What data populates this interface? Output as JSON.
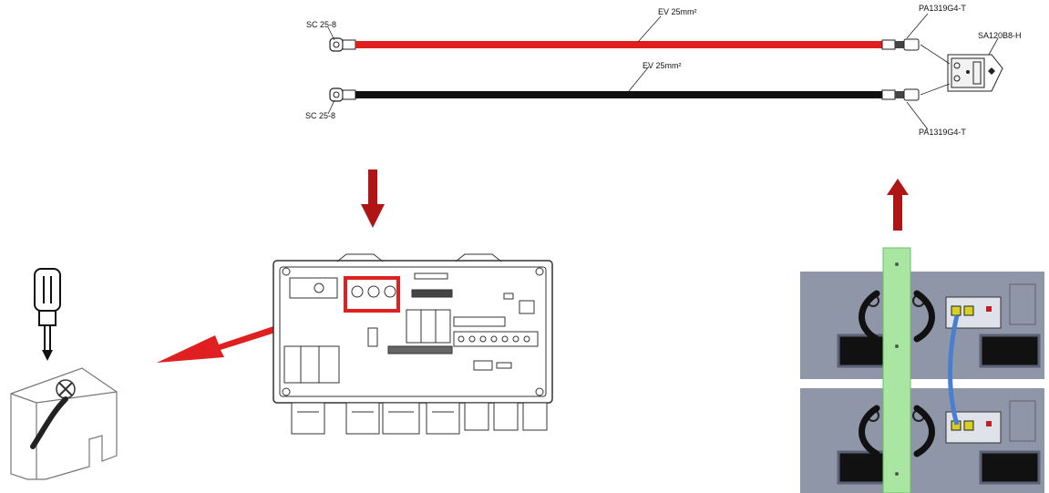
{
  "cables": {
    "top_left_lug": "SC 25-8",
    "bottom_left_lug": "SC 25-8",
    "top_right_lug": "PA1319G4-T",
    "bottom_right_lug": "PA1319G4-T",
    "connector": "SA120B8-H",
    "red_cable_spec": "EV 25mm²",
    "black_cable_spec": "EV 25mm²"
  },
  "colors": {
    "positive_cable": "#e01e1e",
    "negative_cable": "#111111",
    "arrow_dark_red": "#b01515",
    "highlight_red": "#e02020",
    "busbar_green": "#a8e6a1",
    "battery_grey": "#8f96a8",
    "link_cable_blue": "#4a7fd0"
  },
  "icons": [
    "screwdriver-icon",
    "terminal-block-icon",
    "inverter-drawing",
    "battery-stack",
    "cable-assembly"
  ]
}
